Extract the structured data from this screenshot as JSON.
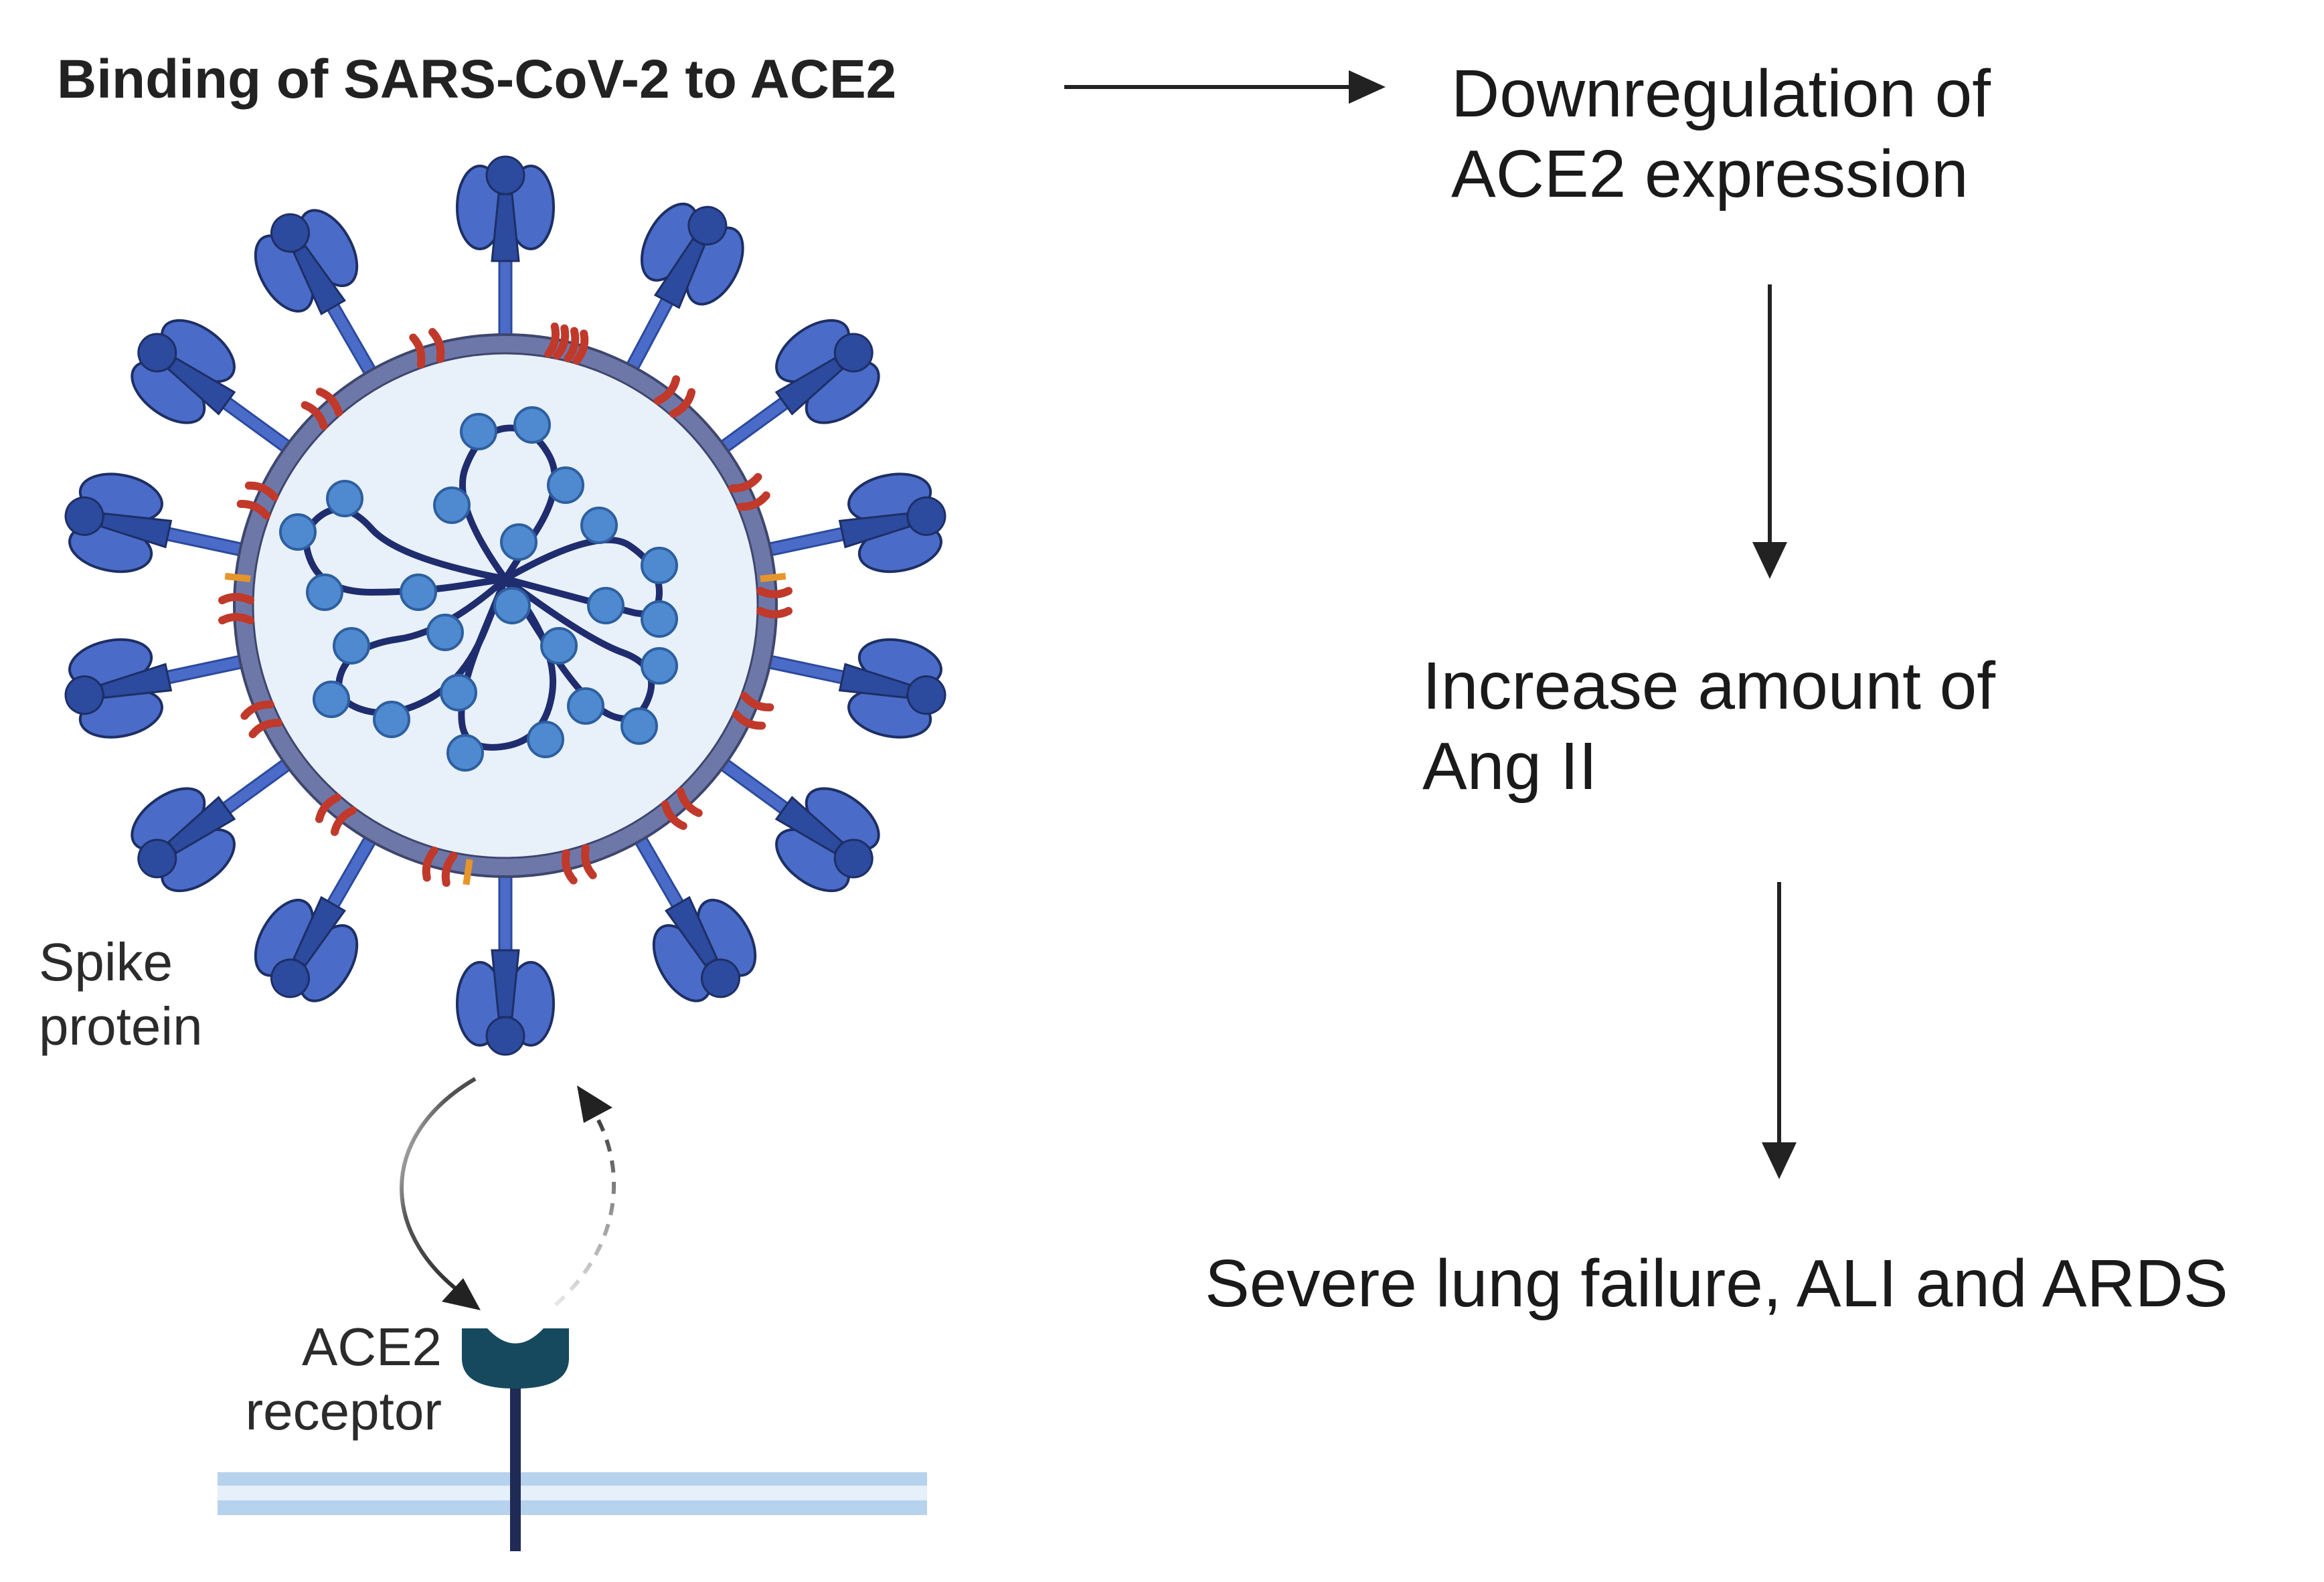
{
  "title": "Binding of SARS-CoV-2 to ACE2",
  "steps": {
    "step1_line1": "Downregulation of",
    "step1_line2": "ACE2 expression",
    "step2_line1": "Increase amount of",
    "step2_line2": "Ang II",
    "step3": "Severe lung failure, ALI and ARDS"
  },
  "labels": {
    "spike_line1": "Spike",
    "spike_line2": "protein",
    "ace2_line1": "ACE2",
    "ace2_line2": "receptor"
  },
  "icons": {
    "virus": "coronavirus-particle-icon",
    "receptor": "ace2-receptor-icon",
    "membrane": "cell-membrane-icon"
  },
  "colors": {
    "spike": "#4a6cc8",
    "spike_dark": "#2c4a9e",
    "envelope": "#6e78a8",
    "interior": "#e8f0fa",
    "rna": "#1f2c6e",
    "nucleocapsid": "#4f8ad0",
    "membrane_protein": "#c0392b",
    "envelope_protein": "#e6952a",
    "receptor": "#17495e",
    "membrane": "#b6d2ec",
    "arrow": "#222222"
  }
}
